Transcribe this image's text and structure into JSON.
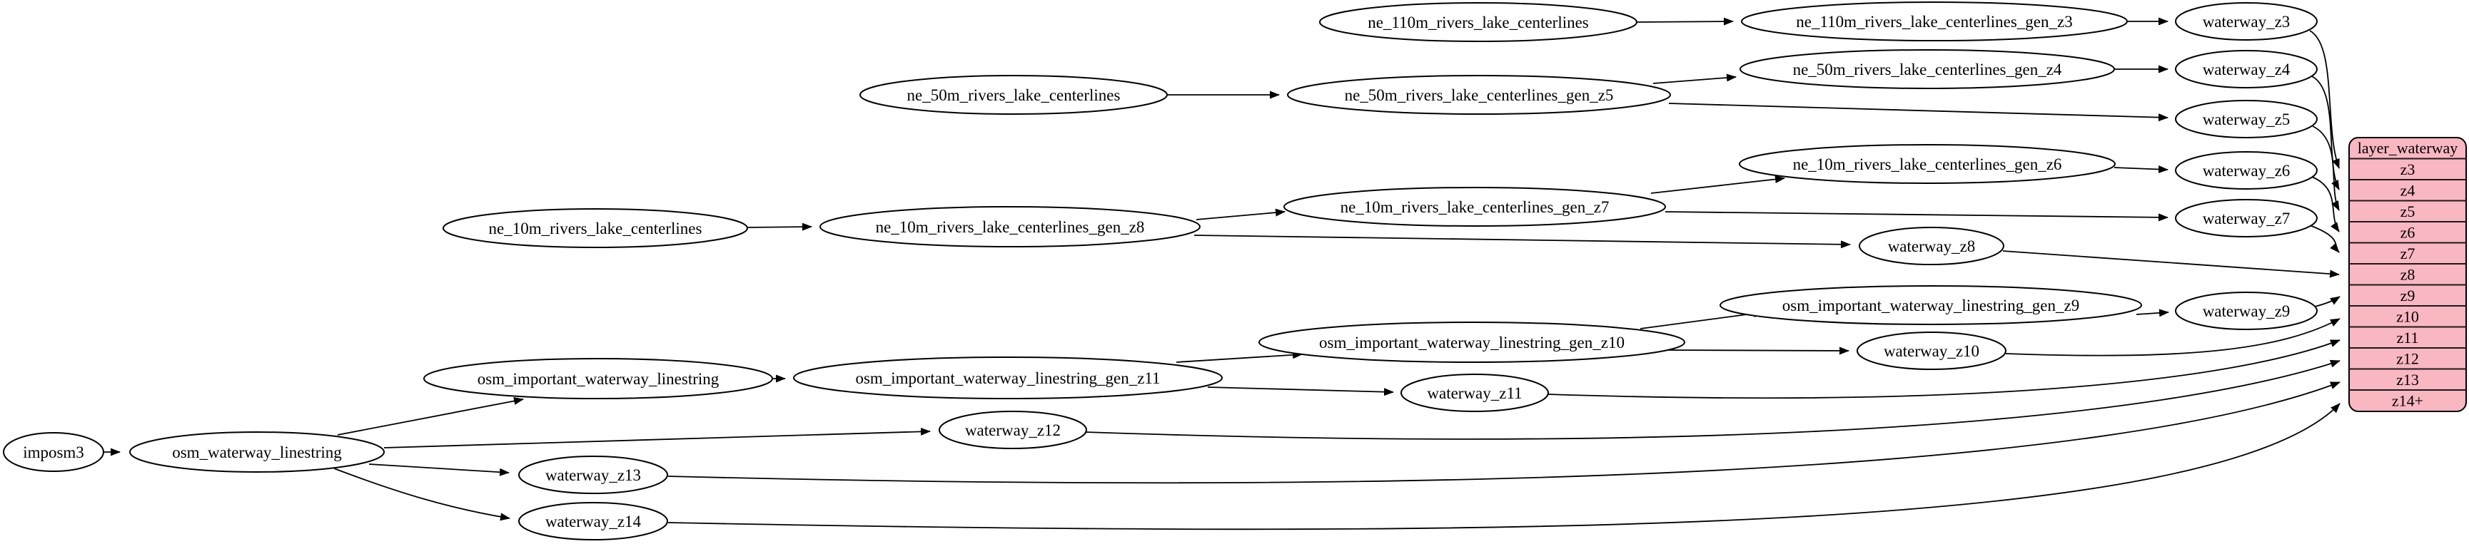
{
  "graph": {
    "background_color": "#ffffff",
    "node_fill": "#ffffff",
    "edge_color": "#000000",
    "nodes": {
      "imposm3": "imposm3",
      "osm_waterway_linestring": "osm_waterway_linestring",
      "osm_important_waterway_linestring": "osm_important_waterway_linestring",
      "osm_important_waterway_linestring_gen_z11": "osm_important_waterway_linestring_gen_z11",
      "osm_important_waterway_linestring_gen_z10": "osm_important_waterway_linestring_gen_z10",
      "osm_important_waterway_linestring_gen_z9": "osm_important_waterway_linestring_gen_z9",
      "ne_110m_rivers_lake_centerlines": "ne_110m_rivers_lake_centerlines",
      "ne_110m_rivers_lake_centerlines_gen_z3": "ne_110m_rivers_lake_centerlines_gen_z3",
      "ne_50m_rivers_lake_centerlines": "ne_50m_rivers_lake_centerlines",
      "ne_50m_rivers_lake_centerlines_gen_z5": "ne_50m_rivers_lake_centerlines_gen_z5",
      "ne_50m_rivers_lake_centerlines_gen_z4": "ne_50m_rivers_lake_centerlines_gen_z4",
      "ne_10m_rivers_lake_centerlines": "ne_10m_rivers_lake_centerlines",
      "ne_10m_rivers_lake_centerlines_gen_z8": "ne_10m_rivers_lake_centerlines_gen_z8",
      "ne_10m_rivers_lake_centerlines_gen_z7": "ne_10m_rivers_lake_centerlines_gen_z7",
      "ne_10m_rivers_lake_centerlines_gen_z6": "ne_10m_rivers_lake_centerlines_gen_z6",
      "waterway_z3": "waterway_z3",
      "waterway_z4": "waterway_z4",
      "waterway_z5": "waterway_z5",
      "waterway_z6": "waterway_z6",
      "waterway_z7": "waterway_z7",
      "waterway_z8": "waterway_z8",
      "waterway_z9": "waterway_z9",
      "waterway_z10": "waterway_z10",
      "waterway_z11": "waterway_z11",
      "waterway_z12": "waterway_z12",
      "waterway_z13": "waterway_z13",
      "waterway_z14": "waterway_z14"
    },
    "record": {
      "title": "layer_waterway",
      "fill": "#f9b7c2",
      "rows": [
        "z3",
        "z4",
        "z5",
        "z6",
        "z7",
        "z8",
        "z9",
        "z10",
        "z11",
        "z12",
        "z13",
        "z14+"
      ]
    },
    "edges": [
      "imposm3 -> osm_waterway_linestring",
      "osm_waterway_linestring -> osm_important_waterway_linestring",
      "osm_waterway_linestring -> waterway_z12",
      "osm_waterway_linestring -> waterway_z13",
      "osm_waterway_linestring -> waterway_z14",
      "osm_important_waterway_linestring -> osm_important_waterway_linestring_gen_z11",
      "osm_important_waterway_linestring_gen_z11 -> osm_important_waterway_linestring_gen_z10",
      "osm_important_waterway_linestring_gen_z11 -> waterway_z11",
      "osm_important_waterway_linestring_gen_z10 -> osm_important_waterway_linestring_gen_z9",
      "osm_important_waterway_linestring_gen_z10 -> waterway_z10",
      "osm_important_waterway_linestring_gen_z9 -> waterway_z9",
      "ne_110m_rivers_lake_centerlines -> ne_110m_rivers_lake_centerlines_gen_z3",
      "ne_110m_rivers_lake_centerlines_gen_z3 -> waterway_z3",
      "ne_50m_rivers_lake_centerlines -> ne_50m_rivers_lake_centerlines_gen_z5",
      "ne_50m_rivers_lake_centerlines_gen_z5 -> ne_50m_rivers_lake_centerlines_gen_z4",
      "ne_50m_rivers_lake_centerlines_gen_z5 -> waterway_z5",
      "ne_50m_rivers_lake_centerlines_gen_z4 -> waterway_z4",
      "ne_10m_rivers_lake_centerlines -> ne_10m_rivers_lake_centerlines_gen_z8",
      "ne_10m_rivers_lake_centerlines_gen_z8 -> ne_10m_rivers_lake_centerlines_gen_z7",
      "ne_10m_rivers_lake_centerlines_gen_z8 -> waterway_z8",
      "ne_10m_rivers_lake_centerlines_gen_z7 -> ne_10m_rivers_lake_centerlines_gen_z6",
      "ne_10m_rivers_lake_centerlines_gen_z7 -> waterway_z7",
      "ne_10m_rivers_lake_centerlines_gen_z6 -> waterway_z6",
      "waterway_z3 -> layer_waterway:z3",
      "waterway_z4 -> layer_waterway:z4",
      "waterway_z5 -> layer_waterway:z5",
      "waterway_z6 -> layer_waterway:z6",
      "waterway_z7 -> layer_waterway:z7",
      "waterway_z8 -> layer_waterway:z8",
      "waterway_z9 -> layer_waterway:z9",
      "waterway_z10 -> layer_waterway:z10",
      "waterway_z11 -> layer_waterway:z11",
      "waterway_z12 -> layer_waterway:z12",
      "waterway_z13 -> layer_waterway:z13",
      "waterway_z14 -> layer_waterway:z14+"
    ]
  }
}
